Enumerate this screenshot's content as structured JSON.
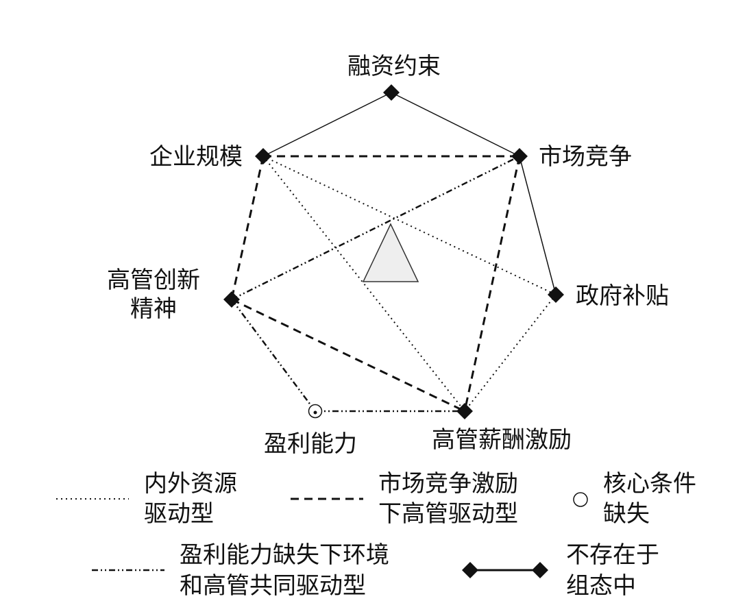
{
  "nodes": {
    "rongzi": "融资约束",
    "qiye": "企业规模",
    "shichang": "市场竞争",
    "gaoguan_cx_1": "高管创新",
    "gaoguan_cx_2": "精神",
    "zhengfu": "政府补贴",
    "yingli": "盈利能力",
    "xinchou": "高管薪酬激励"
  },
  "legend": {
    "internal_1": "内外资源",
    "internal_2": "驱动型",
    "market_1": "市场竞争激励",
    "market_2": "下高管驱动型",
    "core_1": "核心条件",
    "core_2": "缺失",
    "profit_1": "盈利能力缺失下环境",
    "profit_2": "和高管共同驱动型",
    "none_1": "不存在于",
    "none_2": "组态中"
  },
  "colors": {
    "ink": "#111111",
    "triangle_fill": "#eeeeee"
  }
}
